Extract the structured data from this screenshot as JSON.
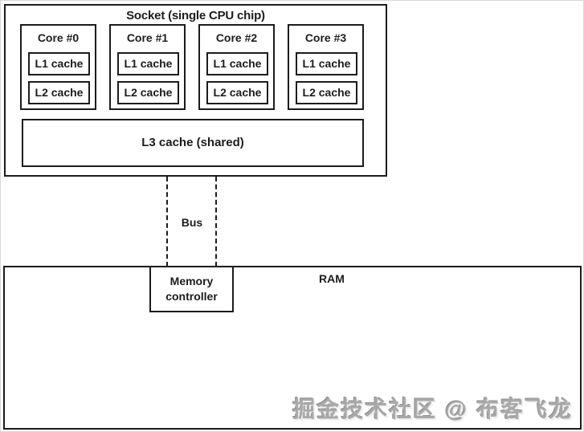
{
  "socket": {
    "title": "Socket (single CPU chip)",
    "cores": [
      {
        "label": "Core #0",
        "l1_label": "L1 cache",
        "l2_label": "L2 cache"
      },
      {
        "label": "Core #1",
        "l1_label": "L1 cache",
        "l2_label": "L2 cache"
      },
      {
        "label": "Core #2",
        "l1_label": "L1 cache",
        "l2_label": "L2 cache"
      },
      {
        "label": "Core #3",
        "l1_label": "L1 cache",
        "l2_label": "L2 cache"
      }
    ],
    "l3_label": "L3 cache (shared)"
  },
  "bus": {
    "label": "Bus"
  },
  "memory": {
    "ram_label": "RAM",
    "controller_line1": "Memory",
    "controller_line2": "controller"
  },
  "watermark": {
    "text": "掘金技术社区 @ 布客飞龙"
  },
  "colors": {
    "line": "#1c1c1c",
    "background": "#ffffff",
    "watermark": "#a9a9a9"
  }
}
